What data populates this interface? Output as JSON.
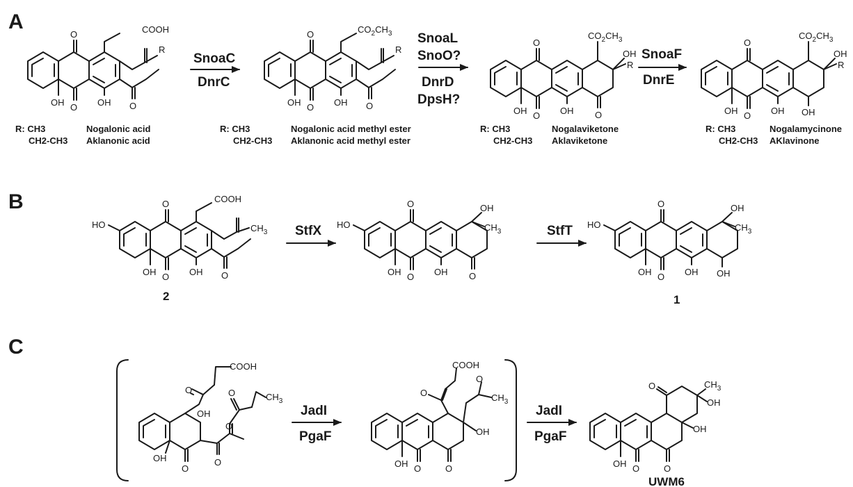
{
  "panels": {
    "a": "A",
    "b": "B",
    "c": "C"
  },
  "enzymes": {
    "a1": [
      "SnoaC",
      "DnrC"
    ],
    "a2": [
      "SnoaL",
      "SnoO?",
      "DnrD",
      "DpsH?"
    ],
    "a3": [
      "SnoaF",
      "DnrE"
    ],
    "b1": [
      "StfX"
    ],
    "b2": [
      "StfT"
    ],
    "c1": [
      "JadI",
      "PgaF"
    ],
    "c2": [
      "JadI",
      "PgaF"
    ]
  },
  "captions": {
    "a1": [
      [
        "R: CH3",
        "Nogalonic acid"
      ],
      [
        "CH2-CH3",
        "Aklanonic acid"
      ]
    ],
    "a2": [
      [
        "R: CH3",
        "Nogalonic acid methyl ester"
      ],
      [
        "CH2-CH3",
        "Aklanonic acid methyl ester"
      ]
    ],
    "a3": [
      [
        "R: CH3",
        "Nogalaviketone"
      ],
      [
        "CH2-CH3",
        "Aklaviketone"
      ]
    ],
    "a4": [
      [
        "R: CH3",
        "Nogalamycinone"
      ],
      [
        "CH2-CH3",
        "AKlavinone"
      ]
    ]
  },
  "compounds": {
    "b_start": "2",
    "b_end": "1",
    "c_end": "UWM6"
  },
  "atoms": {
    "o": "O",
    "oh": "OH",
    "ho": "HO",
    "r": "R",
    "cooh": "COOH",
    "ch3": "CH",
    "me_ester": "CO",
    "sub3": "3",
    "sub2": "2"
  }
}
